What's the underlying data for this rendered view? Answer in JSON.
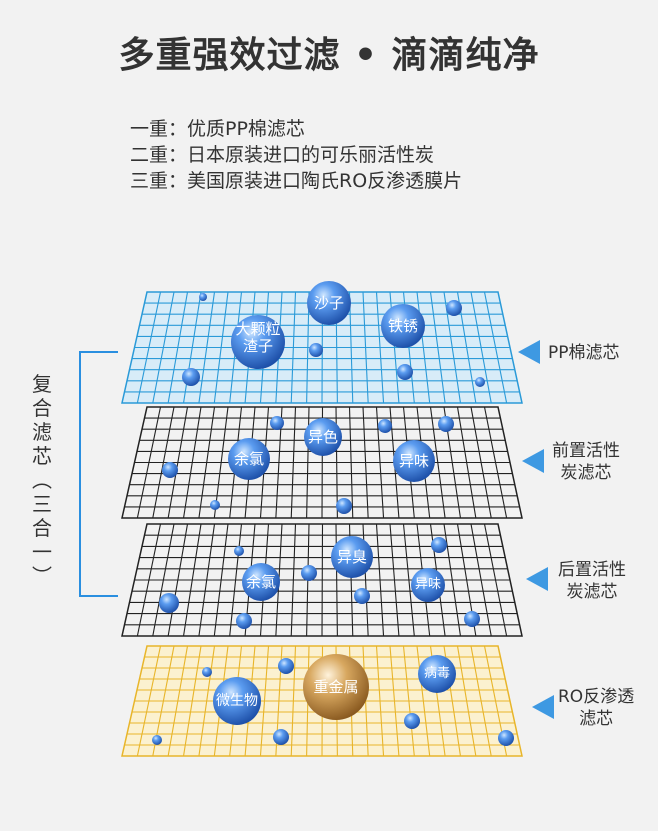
{
  "title": "多重强效过滤 • 滴滴纯净",
  "layers": [
    "一重：优质PP棉滤芯",
    "二重：日本原装进口的可乐丽活性炭",
    "三重：美国原装进口陶氏RO反渗透膜片"
  ],
  "side_label": [
    "复",
    "合",
    "滤",
    "芯",
    "︵",
    "三",
    "合",
    "一",
    "︶"
  ],
  "filters": [
    {
      "label_lines": [
        "PP棉滤芯"
      ],
      "grid_color": "#2a9ad8",
      "fill": "#d8ecf8",
      "contaminants": [
        "沙子",
        "大颗粒渣子",
        "铁锈"
      ]
    },
    {
      "label_lines": [
        "前置活性",
        "炭滤芯"
      ],
      "grid_color": "#222222",
      "fill": "#f2f2f2",
      "contaminants": [
        "异色",
        "余氯",
        "异味"
      ]
    },
    {
      "label_lines": [
        "后置活性",
        "炭滤芯"
      ],
      "grid_color": "#222222",
      "fill": "#f2f2f2",
      "contaminants": [
        "异臭",
        "余氯",
        "异味"
      ]
    },
    {
      "label_lines": [
        "RO反渗透",
        "滤芯"
      ],
      "grid_color": "#e8b52a",
      "fill": "#fbf1d0",
      "contaminants": [
        "重金属",
        "微生物",
        "病毒"
      ]
    }
  ],
  "colors": {
    "arrow": "#2a8fe0",
    "bracket": "#2a8fe0",
    "ball_blue": "#2f6fd6",
    "ball_gold": "#b5823a"
  }
}
